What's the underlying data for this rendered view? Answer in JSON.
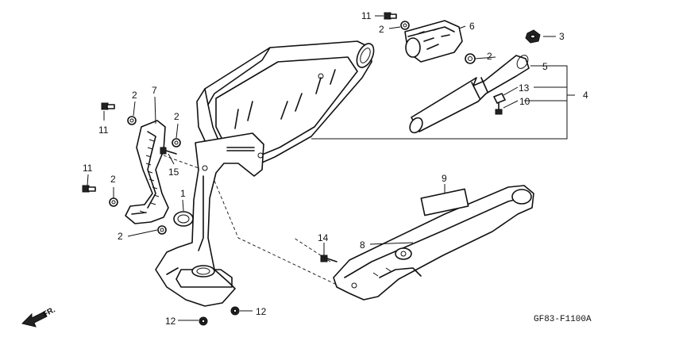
{
  "diagram_code": "GF83-F1100A",
  "front_marker": {
    "label": "FR.",
    "icon": "front-direction-arrow-icon"
  },
  "callouts": {
    "c1": "1",
    "c2a": "2",
    "c2b": "2",
    "c2c": "2",
    "c2d": "2",
    "c2e": "2",
    "c2f": "2",
    "c3": "3",
    "c4": "4",
    "c5": "5",
    "c6": "6",
    "c7": "7",
    "c8": "8",
    "c9": "9",
    "c10": "10",
    "c11a": "11",
    "c11b": "11",
    "c11c": "11",
    "c12a": "12",
    "c12b": "12",
    "c13": "13",
    "c14": "14",
    "c15": "15"
  }
}
